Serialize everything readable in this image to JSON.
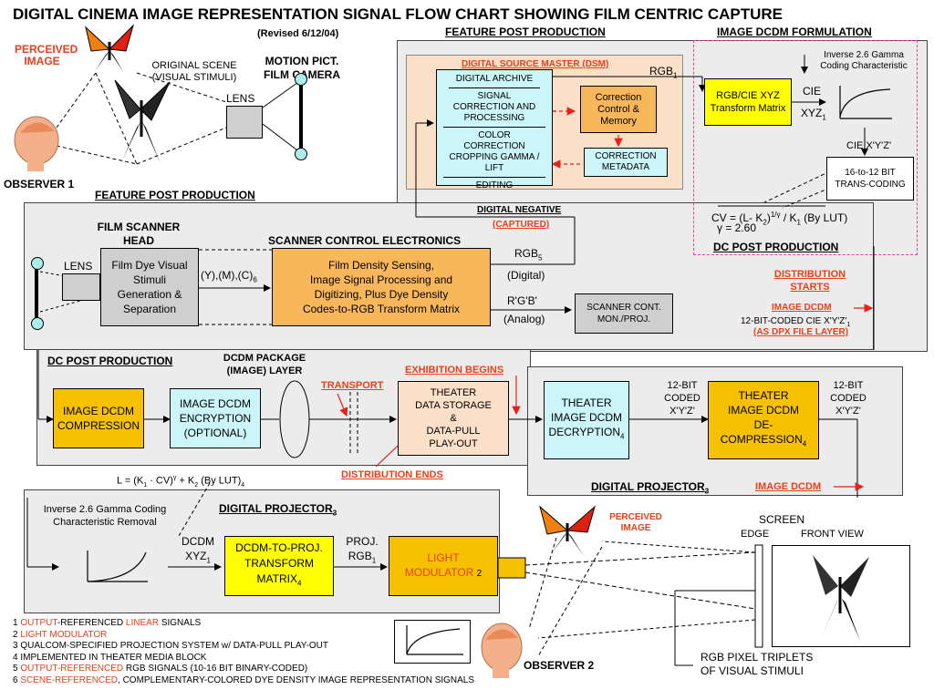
{
  "title": "DIGITAL CINEMA IMAGE REPRESENTATION SIGNAL FLOW CHART SHOWING FILM CENTRIC CAPTURE",
  "revised": "(Revised 6/12/04)",
  "top_left": {
    "perceived_image": [
      "PERCEIVED",
      "IMAGE"
    ],
    "original_scene": [
      "ORIGINAL SCENE",
      "(VISUAL STIMULI)"
    ],
    "motion_pict_camera": [
      "MOTION PICT.",
      "FILM CAMERA"
    ],
    "lens": "LENS",
    "observer1": "OBSERVER 1"
  },
  "headers": {
    "feature_post_production_top": "FEATURE POST PRODUCTION",
    "image_dcdm_formulation": "IMAGE DCDM FORMULATION",
    "feature_post_production_left": "FEATURE POST PRODUCTION"
  },
  "dsm": {
    "title": "DIGITAL SOURCE MASTER  (DSM)",
    "rgb1": "RGB",
    "rgb1_sub": "1",
    "archive_items": [
      "DIGITAL ARCHIVE",
      "SIGNAL CORRECTION AND PROCESSING",
      "COLOR CORRECTION CROPPING GAMMA / LIFT",
      "EDITING"
    ],
    "correction_control": [
      "Correction",
      "Control &",
      "Memory"
    ],
    "correction_metadata": [
      "CORRECTION",
      "METADATA"
    ]
  },
  "formulation": {
    "rgb_cie_matrix": [
      "RGB/CIE XYZ",
      "Transform Matrix"
    ],
    "cie": "CIE",
    "xyz1": "XYZ",
    "xyz1_sub": "1",
    "gamma_note": [
      "Inverse 2.6 Gamma",
      "Coding Characteristic"
    ],
    "cie_xyz_prime": "CIE X'Y'Z'",
    "transcoding": [
      "16-to-12 BIT",
      "TRANS-CODING"
    ],
    "cv_formula": "CV = (L- K",
    "cv_formula_k2": "2",
    "cv_formula_exp": "1/γ",
    "cv_formula_rest": " / K",
    "cv_formula_k1": "1",
    "cv_formula_tail": " (By LUT)",
    "gamma_value": "γ = 2.60",
    "dc_post_production": "DC POST PRODUCTION"
  },
  "digital_negative": {
    "label": "DIGITAL NEGATIVE",
    "captured": "(CAPTURED)"
  },
  "scanner": {
    "film_scanner_head": [
      "FILM SCANNER",
      "HEAD"
    ],
    "scanner_control_electronics": "SCANNER CONTROL ELECTRONICS",
    "lens": "LENS",
    "film_dye_box": [
      "Film Dye Visual",
      "Stimuli",
      "Generation &",
      "Separation"
    ],
    "ymc": "(Y),(M),(C)",
    "ymc_sub": "6",
    "density_box": [
      "Film Density Sensing,",
      "Image Signal Processing and",
      "Digitizing, Plus Dye Density",
      "Codes-to-RGB Transform Matrix"
    ],
    "rgb5": "RGB",
    "rgb5_sub": "5",
    "digital": "(Digital)",
    "rgb_prime": "R'G'B'",
    "analog": "(Analog)",
    "scanner_cont": [
      "SCANNER CONT.",
      "MON./PROJ."
    ]
  },
  "distribution": {
    "distribution_starts": [
      "DISTRIBUTION",
      "STARTS"
    ],
    "image_dcdm": "IMAGE DCDM",
    "twelve_bit_cie": "12-BIT-CODED CIE X'Y'Z'",
    "twelve_bit_cie_sub": "1",
    "as_dpx": "(AS DPX FILE LAYER)"
  },
  "dc_post": {
    "label": "DC POST PRODUCTION",
    "dcdm_package": [
      "DCDM PACKAGE",
      "(IMAGE) LAYER"
    ],
    "compression": [
      "IMAGE DCDM",
      "COMPRESSION"
    ],
    "encryption": [
      "IMAGE DCDM",
      "ENCRYPTION",
      "(OPTIONAL)"
    ],
    "l_formula": "L = (K",
    "l_formula_k1": "1",
    "l_formula_mid": " · CV)",
    "l_formula_exp": "γ",
    "l_formula_mid2": " + K",
    "l_formula_k2": "2",
    "l_formula_tail": " (By LUT)",
    "l_formula_sub": "4"
  },
  "transport": {
    "transport": "TRANSPORT",
    "exhibition_begins": "EXHIBITION BEGINS",
    "theater_storage": [
      "THEATER",
      "DATA STORAGE",
      "&",
      "DATA-PULL",
      "PLAY-OUT"
    ],
    "distribution_ends": "DISTRIBUTION ENDS"
  },
  "projector_top": {
    "decryption": [
      "THEATER",
      "IMAGE DCDM",
      "DECRYPTION"
    ],
    "decryption_sub": "4",
    "twelve_bit_coded_1": [
      "12-BIT",
      "CODED",
      "X'Y'Z'"
    ],
    "decompression": [
      "THEATER",
      "IMAGE DCDM",
      "DE-",
      "COMPRESSION"
    ],
    "decompression_sub": "4",
    "twelve_bit_coded_2": [
      "12-BIT",
      "CODED",
      "X'Y'Z'"
    ],
    "digital_projector": "DIGITAL PROJECTOR",
    "digital_projector_sub": "3",
    "image_dcdm": "IMAGE DCDM"
  },
  "projector_bottom": {
    "gamma_removal": [
      "Inverse 2.6 Gamma Coding",
      "Characteristic Removal"
    ],
    "digital_projector": "DIGITAL PROJECTOR",
    "digital_projector_sub": "3",
    "dcdm_xyz": [
      "DCDM",
      "XYZ"
    ],
    "dcdm_xyz_sub": "1",
    "transform_matrix": [
      "DCDM-TO-PROJ.",
      "TRANSFORM",
      "MATRIX"
    ],
    "transform_matrix_sub": "4",
    "proj_rgb": [
      "PROJ.",
      "RGB"
    ],
    "proj_rgb_sub": "1",
    "light_modulator": [
      "LIGHT",
      "MODULATOR"
    ],
    "light_modulator_sub": "2",
    "perceived_image": [
      "PERCEIVED",
      "IMAGE"
    ]
  },
  "screen": {
    "screen": "SCREEN",
    "edge": "EDGE",
    "front_view": "FRONT VIEW",
    "rgb_triplets": [
      "RGB PIXEL TRIPLETS",
      "OF VISUAL STIMULI"
    ],
    "observer2": "OBSERVER 2"
  },
  "notes": [
    {
      "num": "1",
      "parts": [
        {
          "t": "OUTPUT",
          "red": true
        },
        {
          "t": "-REFERENCED ",
          "red": false
        },
        {
          "t": "LINEAR",
          "red": true
        },
        {
          "t": " SIGNALS",
          "red": false
        }
      ]
    },
    {
      "num": "2",
      "parts": [
        {
          "t": "LIGHT MODULATOR",
          "red": true
        }
      ]
    },
    {
      "num": "3",
      "parts": [
        {
          "t": "QUALCOM-SPECIFIED PROJECTION SYSTEM w/ DATA-PULL PLAY-OUT",
          "red": false
        }
      ]
    },
    {
      "num": "4",
      "parts": [
        {
          "t": "IMPLEMENTED IN THEATER MEDIA BLOCK",
          "red": false
        }
      ]
    },
    {
      "num": "5",
      "parts": [
        {
          "t": "OUTPUT-REFERENCED",
          "red": true
        },
        {
          "t": " RGB SIGNALS (10-16 BIT BINARY-CODED)",
          "red": false
        }
      ]
    },
    {
      "num": "6",
      "parts": [
        {
          "t": "SCENE-REFERENCED",
          "red": true
        },
        {
          "t": ", COMPLEMENTARY-COLORED DYE DENSITY  IMAGE REPRESENTATION SIGNALS",
          "red": false
        }
      ]
    }
  ],
  "colors": {
    "accent_red": "#e8401c",
    "cyan": "#ccf5fa",
    "orange": "#f8b75a",
    "gold": "#f5c100",
    "yellow": "#ffff00",
    "green": "#cdf5c7",
    "region_grey": "#ececec"
  }
}
